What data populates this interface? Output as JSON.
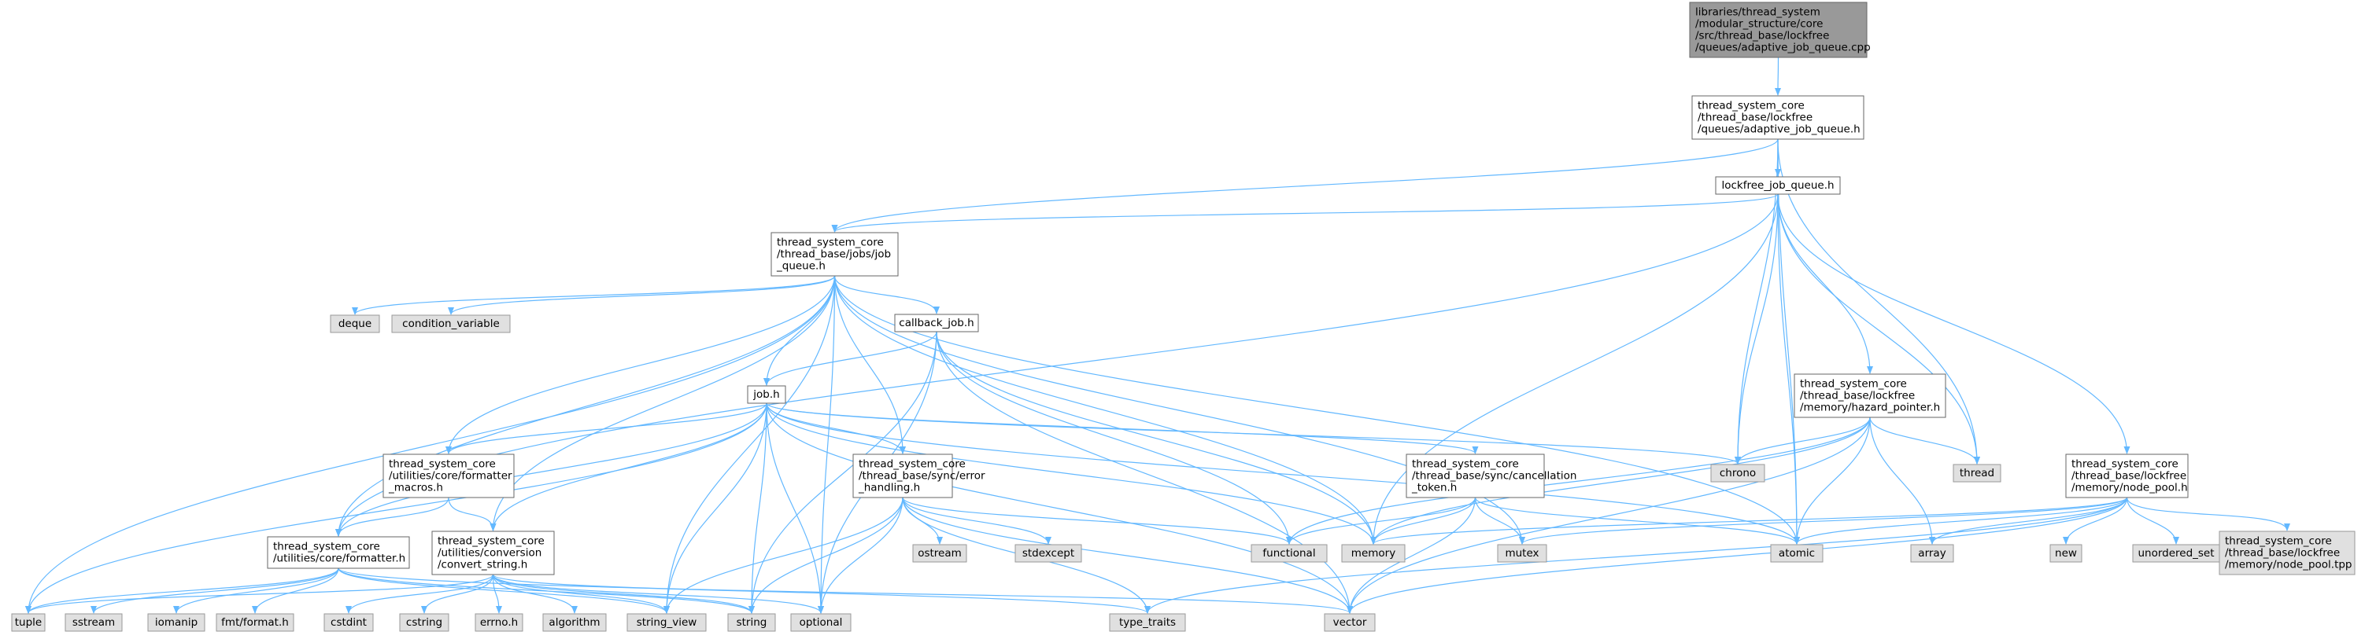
{
  "colors": {
    "edge": "#63b8ff",
    "root_fill": "#999999",
    "node_fill": "#ffffff",
    "external_fill": "#e0e0e0",
    "border": "#666666",
    "external_border": "#999999",
    "text": "#000000"
  },
  "nodes": [
    {
      "id": "root",
      "kind": "root",
      "lines": [
        "libraries/thread_system",
        "/modular_structure/core",
        "/src/thread_base/lockfree",
        "/queues/adaptive_job_queue.cpp"
      ]
    },
    {
      "id": "adaptive_h",
      "kind": "file",
      "lines": [
        "thread_system_core",
        "/thread_base/lockfree",
        "/queues/adaptive_job_queue.h"
      ]
    },
    {
      "id": "lockfree_h",
      "kind": "file",
      "lines": [
        "lockfree_job_queue.h"
      ]
    },
    {
      "id": "job_queue_h",
      "kind": "file",
      "lines": [
        "thread_system_core",
        "/thread_base/jobs/job",
        "_queue.h"
      ]
    },
    {
      "id": "callback_job_h",
      "kind": "file",
      "lines": [
        "callback_job.h"
      ]
    },
    {
      "id": "job_h",
      "kind": "file",
      "lines": [
        "job.h"
      ]
    },
    {
      "id": "hazard_h",
      "kind": "file",
      "lines": [
        "thread_system_core",
        "/thread_base/lockfree",
        "/memory/hazard_pointer.h"
      ]
    },
    {
      "id": "node_pool_h",
      "kind": "file",
      "lines": [
        "thread_system_core",
        "/thread_base/lockfree",
        "/memory/node_pool.h"
      ]
    },
    {
      "id": "fmt_macros_h",
      "kind": "file",
      "lines": [
        "thread_system_core",
        "/utilities/core/formatter",
        "_macros.h"
      ]
    },
    {
      "id": "error_h",
      "kind": "file",
      "lines": [
        "thread_system_core",
        "/thread_base/sync/error",
        "_handling.h"
      ]
    },
    {
      "id": "cancel_h",
      "kind": "file",
      "lines": [
        "thread_system_core",
        "/thread_base/sync/cancellation",
        "_token.h"
      ]
    },
    {
      "id": "formatter_h",
      "kind": "file",
      "lines": [
        "thread_system_core",
        "/utilities/core/formatter.h"
      ]
    },
    {
      "id": "convert_h",
      "kind": "file",
      "lines": [
        "thread_system_core",
        "/utilities/conversion",
        "/convert_string.h"
      ]
    },
    {
      "id": "deque",
      "kind": "external",
      "lines": [
        "deque"
      ]
    },
    {
      "id": "condvar",
      "kind": "external",
      "lines": [
        "condition_variable"
      ]
    },
    {
      "id": "chrono",
      "kind": "external",
      "lines": [
        "chrono"
      ]
    },
    {
      "id": "thread",
      "kind": "external",
      "lines": [
        "thread"
      ]
    },
    {
      "id": "ostream",
      "kind": "external",
      "lines": [
        "ostream"
      ]
    },
    {
      "id": "stdexcept",
      "kind": "external",
      "lines": [
        "stdexcept"
      ]
    },
    {
      "id": "functional",
      "kind": "external",
      "lines": [
        "functional"
      ]
    },
    {
      "id": "memory",
      "kind": "external",
      "lines": [
        "memory"
      ]
    },
    {
      "id": "mutex",
      "kind": "external",
      "lines": [
        "mutex"
      ]
    },
    {
      "id": "atomic",
      "kind": "external",
      "lines": [
        "atomic"
      ]
    },
    {
      "id": "array",
      "kind": "external",
      "lines": [
        "array"
      ]
    },
    {
      "id": "new",
      "kind": "external",
      "lines": [
        "new"
      ]
    },
    {
      "id": "unordered_set",
      "kind": "external",
      "lines": [
        "unordered_set"
      ]
    },
    {
      "id": "node_pool_tpp",
      "kind": "external",
      "lines": [
        "thread_system_core",
        "/thread_base/lockfree",
        "/memory/node_pool.tpp"
      ]
    },
    {
      "id": "tuple",
      "kind": "external",
      "lines": [
        "tuple"
      ]
    },
    {
      "id": "sstream",
      "kind": "external",
      "lines": [
        "sstream"
      ]
    },
    {
      "id": "iomanip",
      "kind": "external",
      "lines": [
        "iomanip"
      ]
    },
    {
      "id": "fmt_format_h",
      "kind": "external",
      "lines": [
        "fmt/format.h"
      ]
    },
    {
      "id": "cstdint",
      "kind": "external",
      "lines": [
        "cstdint"
      ]
    },
    {
      "id": "cstring",
      "kind": "external",
      "lines": [
        "cstring"
      ]
    },
    {
      "id": "errno_h",
      "kind": "external",
      "lines": [
        "errno.h"
      ]
    },
    {
      "id": "algorithm",
      "kind": "external",
      "lines": [
        "algorithm"
      ]
    },
    {
      "id": "string_view",
      "kind": "external",
      "lines": [
        "string_view"
      ]
    },
    {
      "id": "string",
      "kind": "external",
      "lines": [
        "string"
      ]
    },
    {
      "id": "optional",
      "kind": "external",
      "lines": [
        "optional"
      ]
    },
    {
      "id": "type_traits",
      "kind": "external",
      "lines": [
        "type_traits"
      ]
    },
    {
      "id": "vector",
      "kind": "external",
      "lines": [
        "vector"
      ]
    }
  ],
  "edges": [
    [
      "root",
      "adaptive_h"
    ],
    [
      "adaptive_h",
      "lockfree_h"
    ],
    [
      "adaptive_h",
      "job_queue_h"
    ],
    [
      "adaptive_h",
      "chrono"
    ],
    [
      "adaptive_h",
      "thread"
    ],
    [
      "adaptive_h",
      "atomic"
    ],
    [
      "lockfree_h",
      "job_queue_h"
    ],
    [
      "lockfree_h",
      "formatter_h"
    ],
    [
      "lockfree_h",
      "hazard_h"
    ],
    [
      "lockfree_h",
      "node_pool_h"
    ],
    [
      "lockfree_h",
      "chrono"
    ],
    [
      "lockfree_h",
      "thread"
    ],
    [
      "lockfree_h",
      "atomic"
    ],
    [
      "lockfree_h",
      "memory"
    ],
    [
      "job_queue_h",
      "deque"
    ],
    [
      "job_queue_h",
      "condvar"
    ],
    [
      "job_queue_h",
      "callback_job_h"
    ],
    [
      "job_queue_h",
      "job_h"
    ],
    [
      "job_queue_h",
      "fmt_macros_h"
    ],
    [
      "job_queue_h",
      "error_h"
    ],
    [
      "job_queue_h",
      "formatter_h"
    ],
    [
      "job_queue_h",
      "convert_h"
    ],
    [
      "job_queue_h",
      "tuple"
    ],
    [
      "job_queue_h",
      "string_view"
    ],
    [
      "job_queue_h",
      "optional"
    ],
    [
      "job_queue_h",
      "memory"
    ],
    [
      "job_queue_h",
      "mutex"
    ],
    [
      "job_queue_h",
      "atomic"
    ],
    [
      "callback_job_h",
      "job_h"
    ],
    [
      "callback_job_h",
      "string"
    ],
    [
      "callback_job_h",
      "optional"
    ],
    [
      "callback_job_h",
      "functional"
    ],
    [
      "callback_job_h",
      "memory"
    ],
    [
      "callback_job_h",
      "vector"
    ],
    [
      "job_h",
      "fmt_macros_h"
    ],
    [
      "job_h",
      "error_h"
    ],
    [
      "job_h",
      "cancel_h"
    ],
    [
      "job_h",
      "formatter_h"
    ],
    [
      "job_h",
      "convert_h"
    ],
    [
      "job_h",
      "tuple"
    ],
    [
      "job_h",
      "string_view"
    ],
    [
      "job_h",
      "string"
    ],
    [
      "job_h",
      "optional"
    ],
    [
      "job_h",
      "memory"
    ],
    [
      "job_h",
      "chrono"
    ],
    [
      "job_h",
      "atomic"
    ],
    [
      "job_h",
      "vector"
    ],
    [
      "hazard_h",
      "chrono"
    ],
    [
      "hazard_h",
      "thread"
    ],
    [
      "hazard_h",
      "functional"
    ],
    [
      "hazard_h",
      "memory"
    ],
    [
      "hazard_h",
      "atomic"
    ],
    [
      "hazard_h",
      "array"
    ],
    [
      "hazard_h",
      "vector"
    ],
    [
      "node_pool_h",
      "memory"
    ],
    [
      "node_pool_h",
      "mutex"
    ],
    [
      "node_pool_h",
      "atomic"
    ],
    [
      "node_pool_h",
      "array"
    ],
    [
      "node_pool_h",
      "new"
    ],
    [
      "node_pool_h",
      "unordered_set"
    ],
    [
      "node_pool_h",
      "node_pool_tpp"
    ],
    [
      "node_pool_h",
      "type_traits"
    ],
    [
      "node_pool_h",
      "vector"
    ],
    [
      "fmt_macros_h",
      "formatter_h"
    ],
    [
      "fmt_macros_h",
      "convert_h"
    ],
    [
      "error_h",
      "ostream"
    ],
    [
      "error_h",
      "stdexcept"
    ],
    [
      "error_h",
      "functional"
    ],
    [
      "error_h",
      "string_view"
    ],
    [
      "error_h",
      "string"
    ],
    [
      "error_h",
      "optional"
    ],
    [
      "error_h",
      "type_traits"
    ],
    [
      "error_h",
      "vector"
    ],
    [
      "cancel_h",
      "functional"
    ],
    [
      "cancel_h",
      "memory"
    ],
    [
      "cancel_h",
      "mutex"
    ],
    [
      "cancel_h",
      "atomic"
    ],
    [
      "cancel_h",
      "vector"
    ],
    [
      "formatter_h",
      "tuple"
    ],
    [
      "formatter_h",
      "sstream"
    ],
    [
      "formatter_h",
      "iomanip"
    ],
    [
      "formatter_h",
      "fmt_format_h"
    ],
    [
      "formatter_h",
      "string_view"
    ],
    [
      "formatter_h",
      "string"
    ],
    [
      "formatter_h",
      "type_traits"
    ],
    [
      "convert_h",
      "tuple"
    ],
    [
      "convert_h",
      "cstdint"
    ],
    [
      "convert_h",
      "cstring"
    ],
    [
      "convert_h",
      "errno_h"
    ],
    [
      "convert_h",
      "algorithm"
    ],
    [
      "convert_h",
      "string_view"
    ],
    [
      "convert_h",
      "string"
    ],
    [
      "convert_h",
      "optional"
    ],
    [
      "convert_h",
      "vector"
    ]
  ]
}
